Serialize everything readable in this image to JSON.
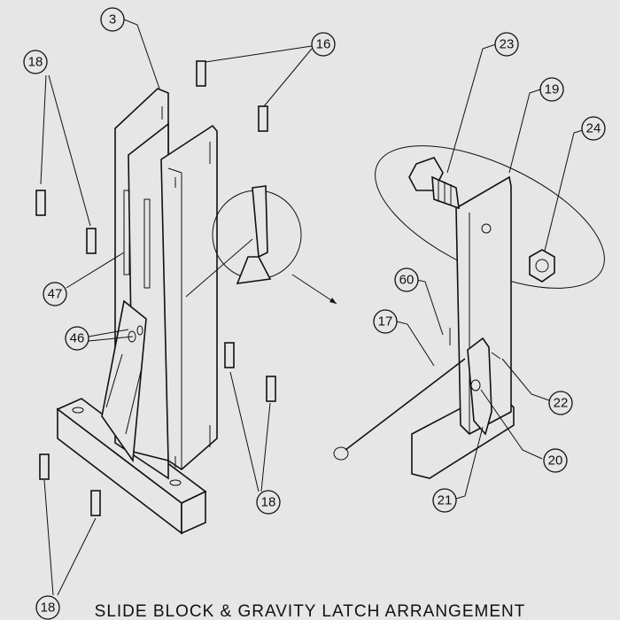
{
  "title": "SLIDE BLOCK & GRAVITY LATCH ARRANGEMENT",
  "callouts": {
    "c3": "3",
    "c16": "16",
    "c18a": "18",
    "c18b": "18",
    "c18c": "18",
    "c47": "47",
    "c46": "46",
    "c23": "23",
    "c19": "19",
    "c24": "24",
    "c60": "60",
    "c17": "17",
    "c22": "22",
    "c20": "20",
    "c21": "21"
  }
}
